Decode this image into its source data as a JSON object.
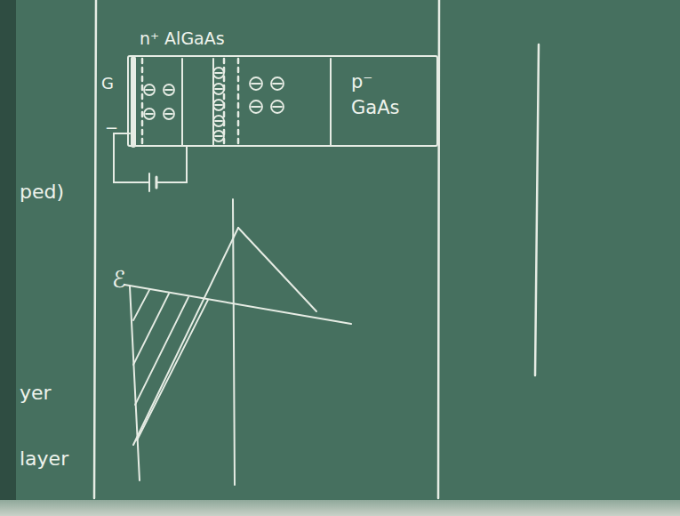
{
  "diagram": {
    "nodes": [
      {
        "text": [
          "n⁺ AlGaAs",
          "p⁻ GaAs"
        ]
      }
    ],
    "labels": [
      "G",
      "−",
      "ℰ",
      "ped)",
      "yer",
      "layer"
    ]
  }
}
